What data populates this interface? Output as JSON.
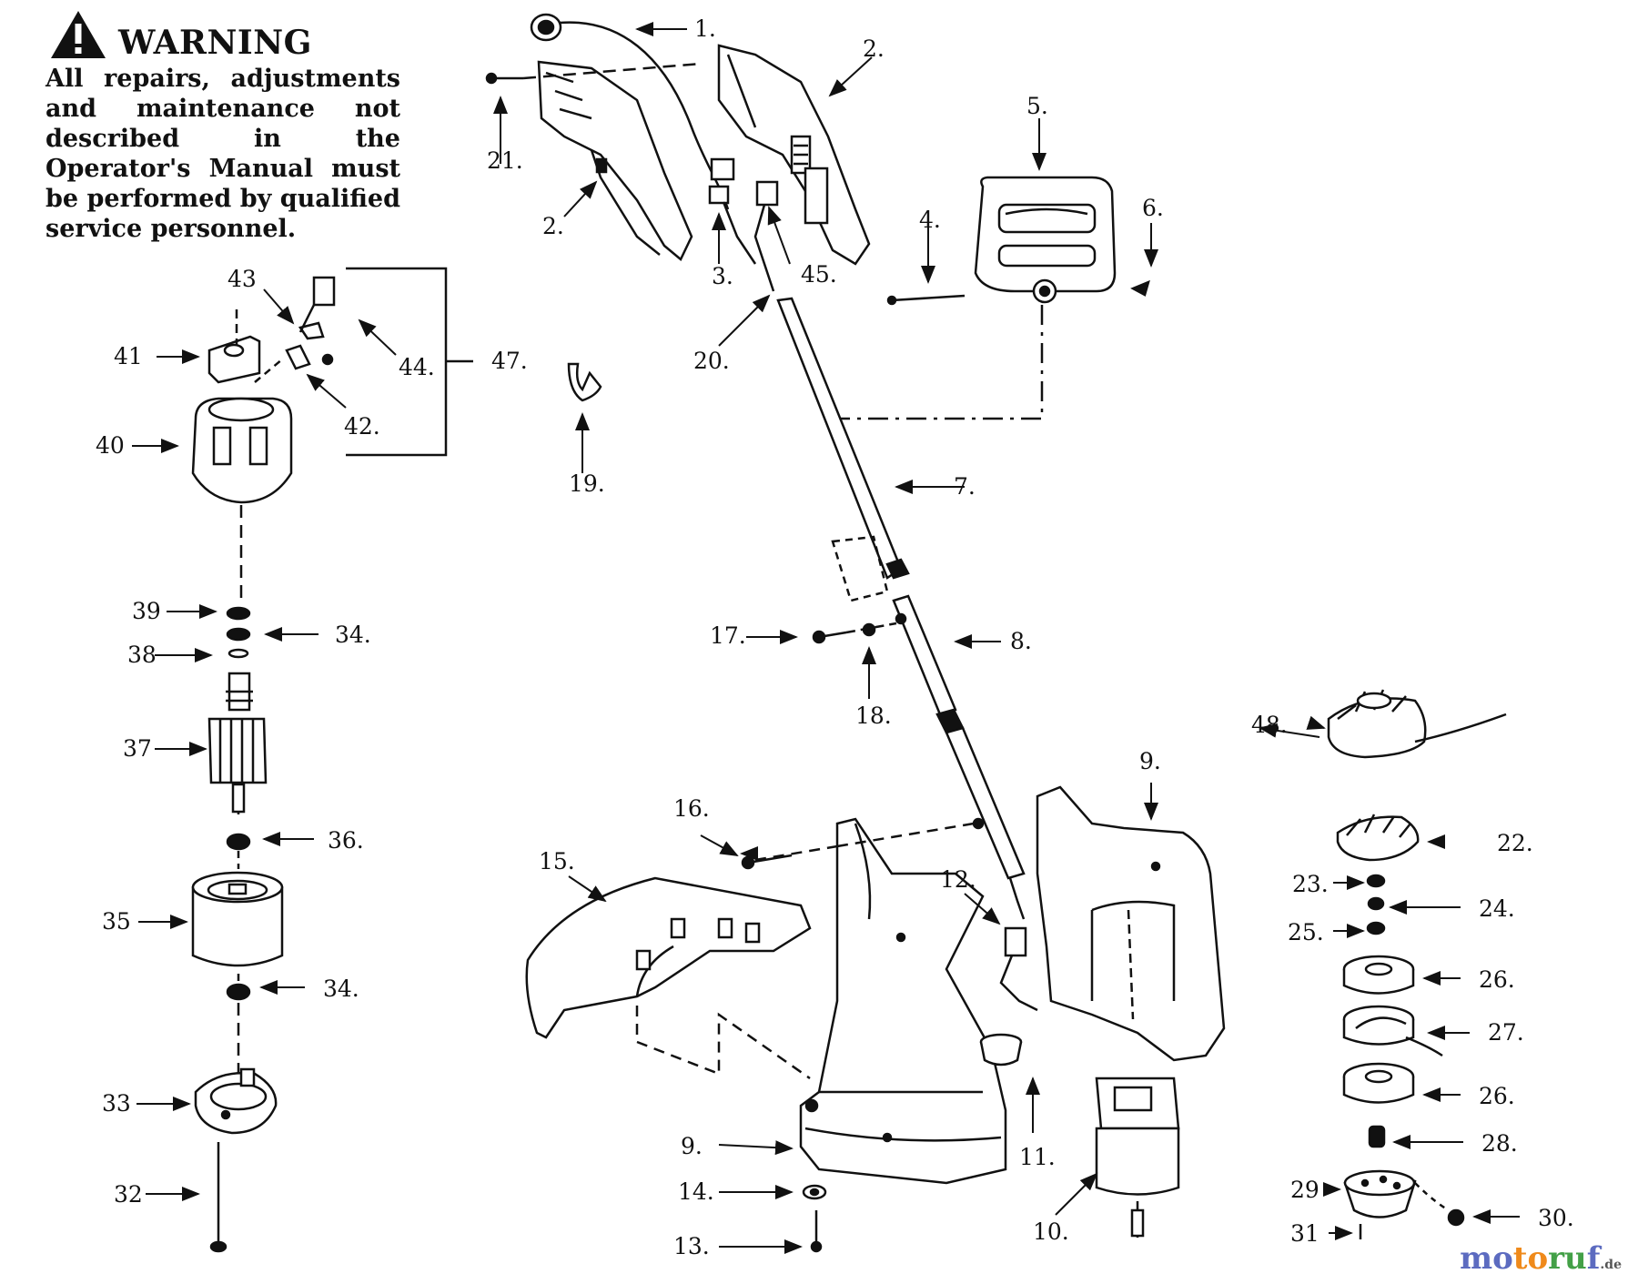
{
  "warning": {
    "title": "WARNING",
    "body": "All repairs, adjustments and maintenance not described in the Operator's Manual must be performed by qualified service personnel."
  },
  "labels": {
    "n1": "1.",
    "n2a": "2.",
    "n2b": "2.",
    "n3": "3.",
    "n4": "4.",
    "n5": "5.",
    "n6": "6.",
    "n7": "7.",
    "n8": "8.",
    "n9a": "9.",
    "n9b": "9.",
    "n10": "10.",
    "n11": "11.",
    "n12": "12.",
    "n13": "13.",
    "n14": "14.",
    "n15": "15.",
    "n16": "16.",
    "n17": "17.",
    "n18": "18.",
    "n19": "19.",
    "n20": "20.",
    "n21": "21.",
    "n22": "22.",
    "n23": "23.",
    "n24": "24.",
    "n25": "25.",
    "n26a": "26.",
    "n26b": "26.",
    "n27": "27.",
    "n28": "28.",
    "n29": "29",
    "n30": "30.",
    "n31": "31",
    "n32": "32",
    "n33": "33",
    "n34a": "34.",
    "n34b": "34.",
    "n35": "35",
    "n36": "36.",
    "n37": "37",
    "n38": "38",
    "n39": "39",
    "n40": "40",
    "n41": "41",
    "n42": "42.",
    "n43": "43",
    "n44": "44.",
    "n45": "45.",
    "n47": "47.",
    "n48": "48."
  },
  "watermark": {
    "part1": "mo",
    "part2": "to",
    "part3": "ru",
    "part4": "f",
    "suffix": ".de"
  },
  "colors": {
    "ink": "#111111",
    "paper": "#ffffff"
  }
}
